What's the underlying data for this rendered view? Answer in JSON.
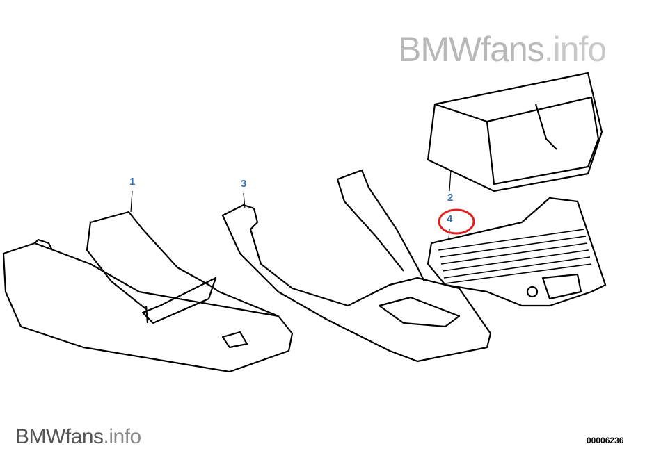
{
  "watermark_top": {
    "brand": "BMWfans",
    "suffix": ".info"
  },
  "watermark_bottom": {
    "brand": "BMWfans",
    "suffix": ".info"
  },
  "diagram_number": "00006236",
  "callouts": [
    "1",
    "3",
    "2",
    "4"
  ],
  "highlighted_callout": "4",
  "colors": {
    "callout": "#3a6fb5",
    "highlight": "#e02020"
  }
}
